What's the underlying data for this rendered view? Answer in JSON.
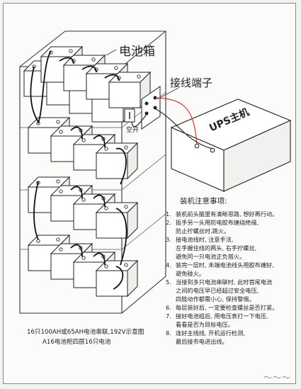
{
  "labels": {
    "battery_box": "电池箱",
    "terminal": "接线端子",
    "switch": "空开",
    "ups_host": "UPS主机"
  },
  "notes": {
    "title": "装机注意事项:",
    "items": [
      {
        "num": "1.",
        "lines": [
          "装机前头脑里有清晰思路, 想好再行动。"
        ]
      },
      {
        "num": "2.",
        "lines": [
          "扳手另一头用防电胶布缠绕绝缘,",
          "防止拧螺丝时,跳火。"
        ]
      },
      {
        "num": "3.",
        "lines": [
          "接电池线时, 注意手法,",
          "左手握住线的两头, 右手拧螺丝,",
          "避免同一只电池正负搭火。"
        ]
      },
      {
        "num": "4.",
        "lines": [
          "装完一层时, 未端电池线头用胶布缠好,",
          "避免碰火。"
        ]
      },
      {
        "num": "5.",
        "lines": [
          "当接到多只电池串联时, 此时首尾电池",
          "之间的电压早已经超过安全电压,",
          "四肢动作都需小心, 保持警惕。"
        ]
      },
      {
        "num": "6.",
        "lines": [
          "每层装好后, 一定要检查螺丝是否打紧。"
        ]
      },
      {
        "num": "7.",
        "lines": [
          "接好电池组后, 用电压表打一下电压,",
          "看看是否为目标电压。"
        ]
      },
      {
        "num": "8.",
        "lines": [
          "连好主线线, 开机运行检测,",
          "最后接市电进出线。"
        ]
      }
    ]
  },
  "caption": {
    "line1": "16只100AH或65AH电池串联,192V示意图",
    "line2": "A16电池柜四层16只电池"
  },
  "watermark": "〜〜〜"
}
